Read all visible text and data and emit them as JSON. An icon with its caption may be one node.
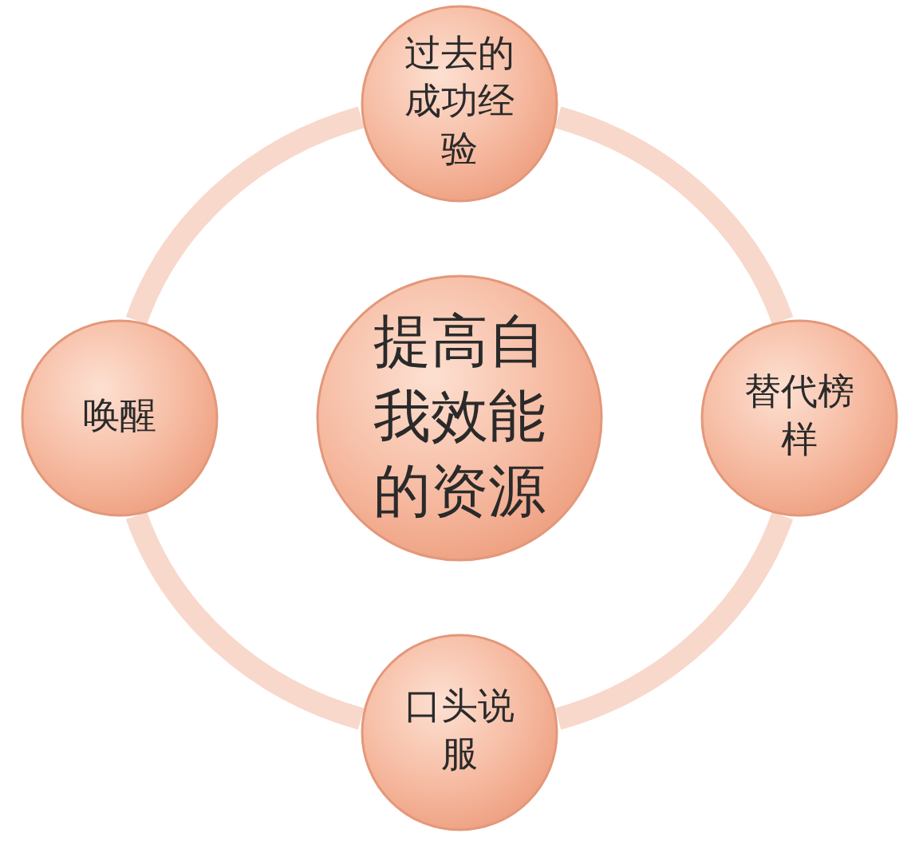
{
  "diagram": {
    "nodes": [
      {
        "text": [
          "过去的成功经验"
        ]
      },
      {
        "text": [
          "唤醒"
        ]
      },
      {
        "text": [
          "提高自我效能的资源"
        ]
      },
      {
        "text": [
          "替代榜样"
        ]
      },
      {
        "text": [
          "口头说服"
        ]
      }
    ],
    "edges": [
      {
        "from": 0,
        "to": 3,
        "arrow": "none"
      },
      {
        "from": 3,
        "to": 4,
        "arrow": "none"
      },
      {
        "from": 4,
        "to": 1,
        "arrow": "none"
      },
      {
        "from": 1,
        "to": 0,
        "arrow": "none"
      }
    ]
  }
}
